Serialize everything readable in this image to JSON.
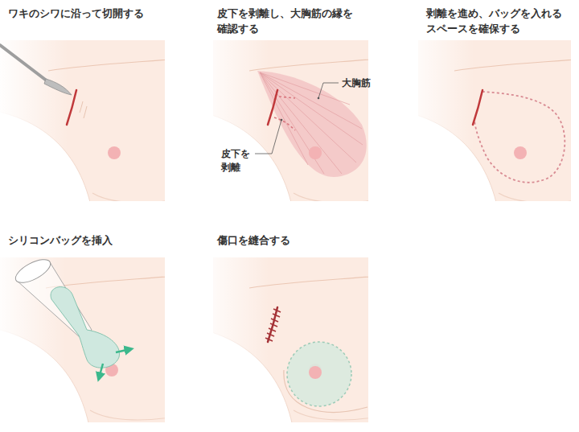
{
  "diagram": {
    "nodes": [
      {
        "text": [
          "ワキのシワに沿って切開する"
        ]
      },
      {
        "text": [
          "皮下を剥離し、大胸筋の縁を 確認する"
        ]
      },
      {
        "text": [
          "剥離を進め、バッグを入れる スペースを確保する"
        ]
      },
      {
        "text": [
          "シリコンバッグを挿入"
        ]
      },
      {
        "text": [
          "傷口を縫合する"
        ]
      }
    ],
    "labels": [
      "大胸筋",
      "皮下を 剥離"
    ]
  }
}
